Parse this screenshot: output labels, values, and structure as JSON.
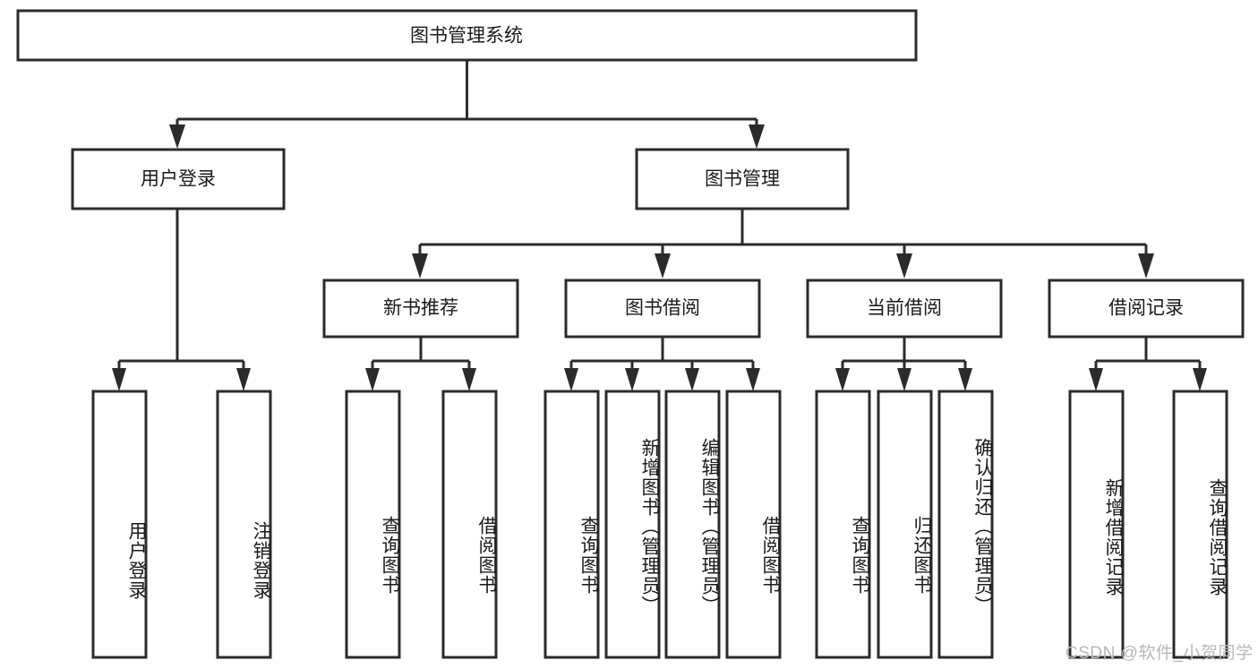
{
  "diagram": {
    "type": "tree-hierarchy-chart",
    "title": "图书管理系统功能结构图",
    "orientation": "top-down",
    "box_fill": "#ffffff",
    "box_stroke": "#2b2b2b",
    "text_color": "#1a1a1a",
    "background": "#ffffff"
  },
  "root": {
    "label": "图书管理系统"
  },
  "level2": [
    {
      "label": "用户登录"
    },
    {
      "label": "图书管理"
    }
  ],
  "level3": [
    {
      "label": "新书推荐"
    },
    {
      "label": "图书借阅"
    },
    {
      "label": "当前借阅"
    },
    {
      "label": "借阅记录"
    }
  ],
  "leaves": {
    "user_login": [
      {
        "label": "用户登录"
      },
      {
        "label": "注销登录"
      }
    ],
    "new_book_recommend": [
      {
        "label": "查询图书"
      },
      {
        "label": "借阅图书"
      }
    ],
    "book_borrow": [
      {
        "label": "查询图书"
      },
      {
        "label": "新增图书（管理员）"
      },
      {
        "label": "编辑图书（管理员）"
      },
      {
        "label": "借阅图书"
      }
    ],
    "current_borrow": [
      {
        "label": "查询图书"
      },
      {
        "label": "归还图书"
      },
      {
        "label": "确认归还（管理员）"
      }
    ],
    "borrow_record": [
      {
        "label": "新增借阅记录"
      },
      {
        "label": "查询借阅记录"
      }
    ]
  },
  "watermark": {
    "text": "CSDN @软件_小贺同学"
  }
}
